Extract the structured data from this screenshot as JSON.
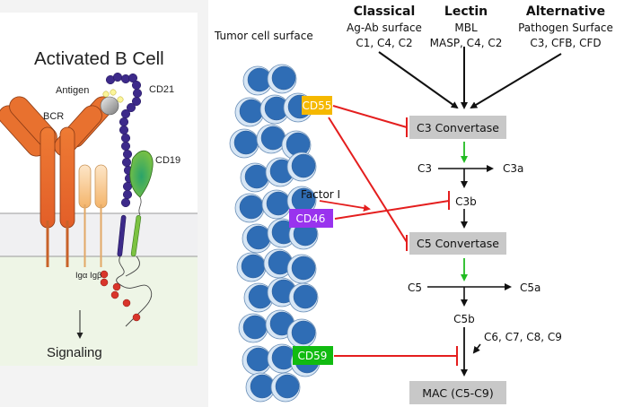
{
  "bcell": {
    "title": "Activated B Cell",
    "labels": {
      "antigen": "Antigen",
      "bcr": "BCR",
      "cd21": "CD21",
      "cd19": "CD19",
      "iga_igb": "Igα Igβ",
      "signaling": "Signaling"
    },
    "colors": {
      "bcr": "#e8712f",
      "ig_alpha_beta": "#f7c98a",
      "cd21": "#3d2a8a",
      "cd19": "#5cb84a",
      "phospho": "#d9352b",
      "membrane_band": "#f0f0f2",
      "cytoplasm": "#eef5e6"
    }
  },
  "complement": {
    "tumor_label": "Tumor cell surface",
    "pathways": [
      {
        "name": "Classical",
        "trigger": "Ag-Ab surface",
        "components": "C1, C4, C2"
      },
      {
        "name": "Lectin",
        "trigger": "MBL",
        "components": "MASP, C4, C2"
      },
      {
        "name": "Alternative",
        "trigger": "Pathogen Surface",
        "components": "C3, CFB, CFD"
      }
    ],
    "boxes": {
      "c3_convertase": "C3 Convertase",
      "c5_convertase": "C5 Convertase",
      "mac": "MAC (C5-C9)"
    },
    "nodes": {
      "c3": "C3",
      "c3a": "C3a",
      "c3b": "C3b",
      "c5": "C5",
      "c5a": "C5a",
      "c5b": "C5b",
      "c6_c9": "C6, C7, C8, C9",
      "factor_i": "Factor I"
    },
    "regulators": [
      {
        "name": "CD55",
        "color": "#f5b800",
        "inhibits": [
          "C3 Convertase",
          "C5 Convertase"
        ]
      },
      {
        "name": "CD46",
        "color": "#9933ee",
        "inhibits": [
          "C3b"
        ]
      },
      {
        "name": "CD59",
        "color": "#11bb11",
        "inhibits": [
          "MAC (C5-C9)"
        ]
      }
    ],
    "colors": {
      "inhibit": "#e41e1e",
      "activate": "#22bb22",
      "box_fill": "#c8c8c8",
      "cell_fill": "#2f6db5",
      "cell_ring": "#d7e6f5"
    }
  }
}
